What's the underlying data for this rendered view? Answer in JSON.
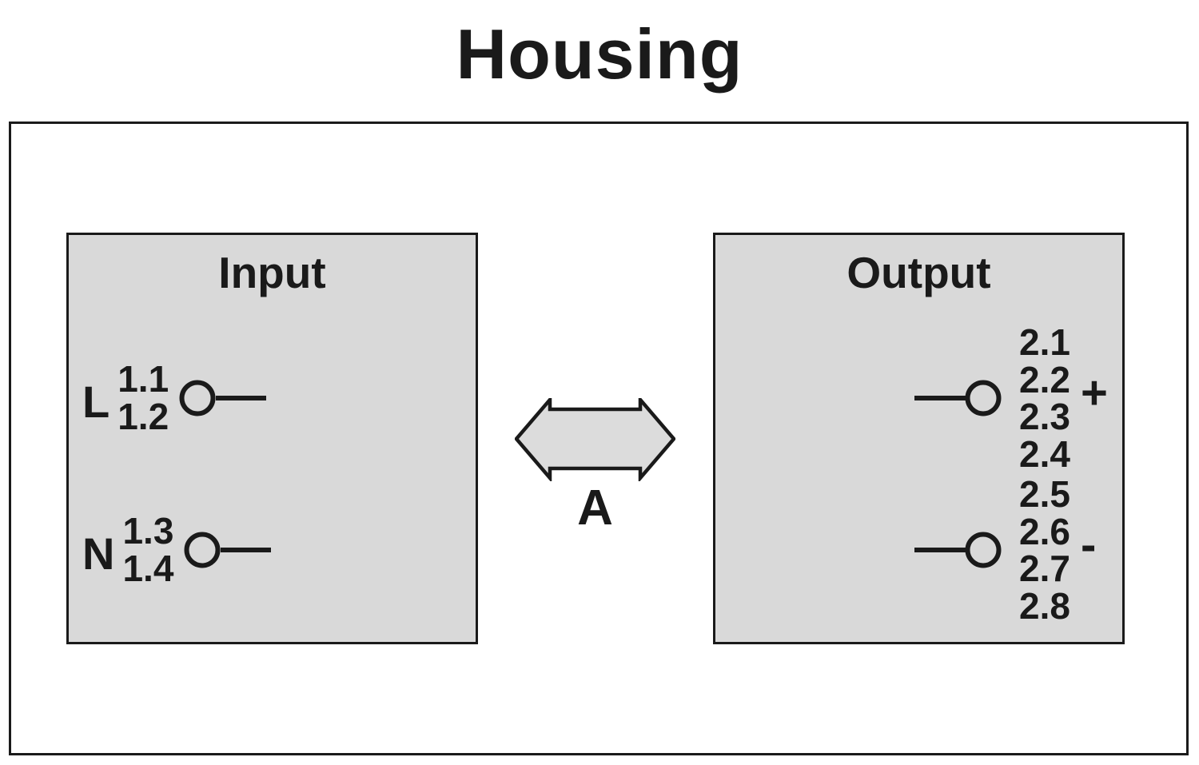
{
  "housing": {
    "title": "Housing"
  },
  "input_panel": {
    "title": "Input",
    "terminals": [
      {
        "label": "L",
        "top_number": "1.1",
        "bottom_number": "1.2"
      },
      {
        "label": "N",
        "top_number": "1.3",
        "bottom_number": "1.4"
      }
    ]
  },
  "output_panel": {
    "title": "Output",
    "terminals": [
      {
        "numbers": [
          "2.1",
          "2.2",
          "2.3",
          "2.4"
        ],
        "polarity": "+"
      },
      {
        "numbers": [
          "2.5",
          "2.6",
          "2.7",
          "2.8"
        ],
        "polarity": "-"
      }
    ]
  },
  "arrow": {
    "label": "A"
  },
  "icons": {
    "terminal": "circle-terminal-icon",
    "connection": "double-arrow-icon"
  },
  "colors": {
    "background": "#ffffff",
    "panel_fill": "#d9d9d9",
    "arrow_fill": "#dcdcdc",
    "line": "#1a1a1a"
  }
}
